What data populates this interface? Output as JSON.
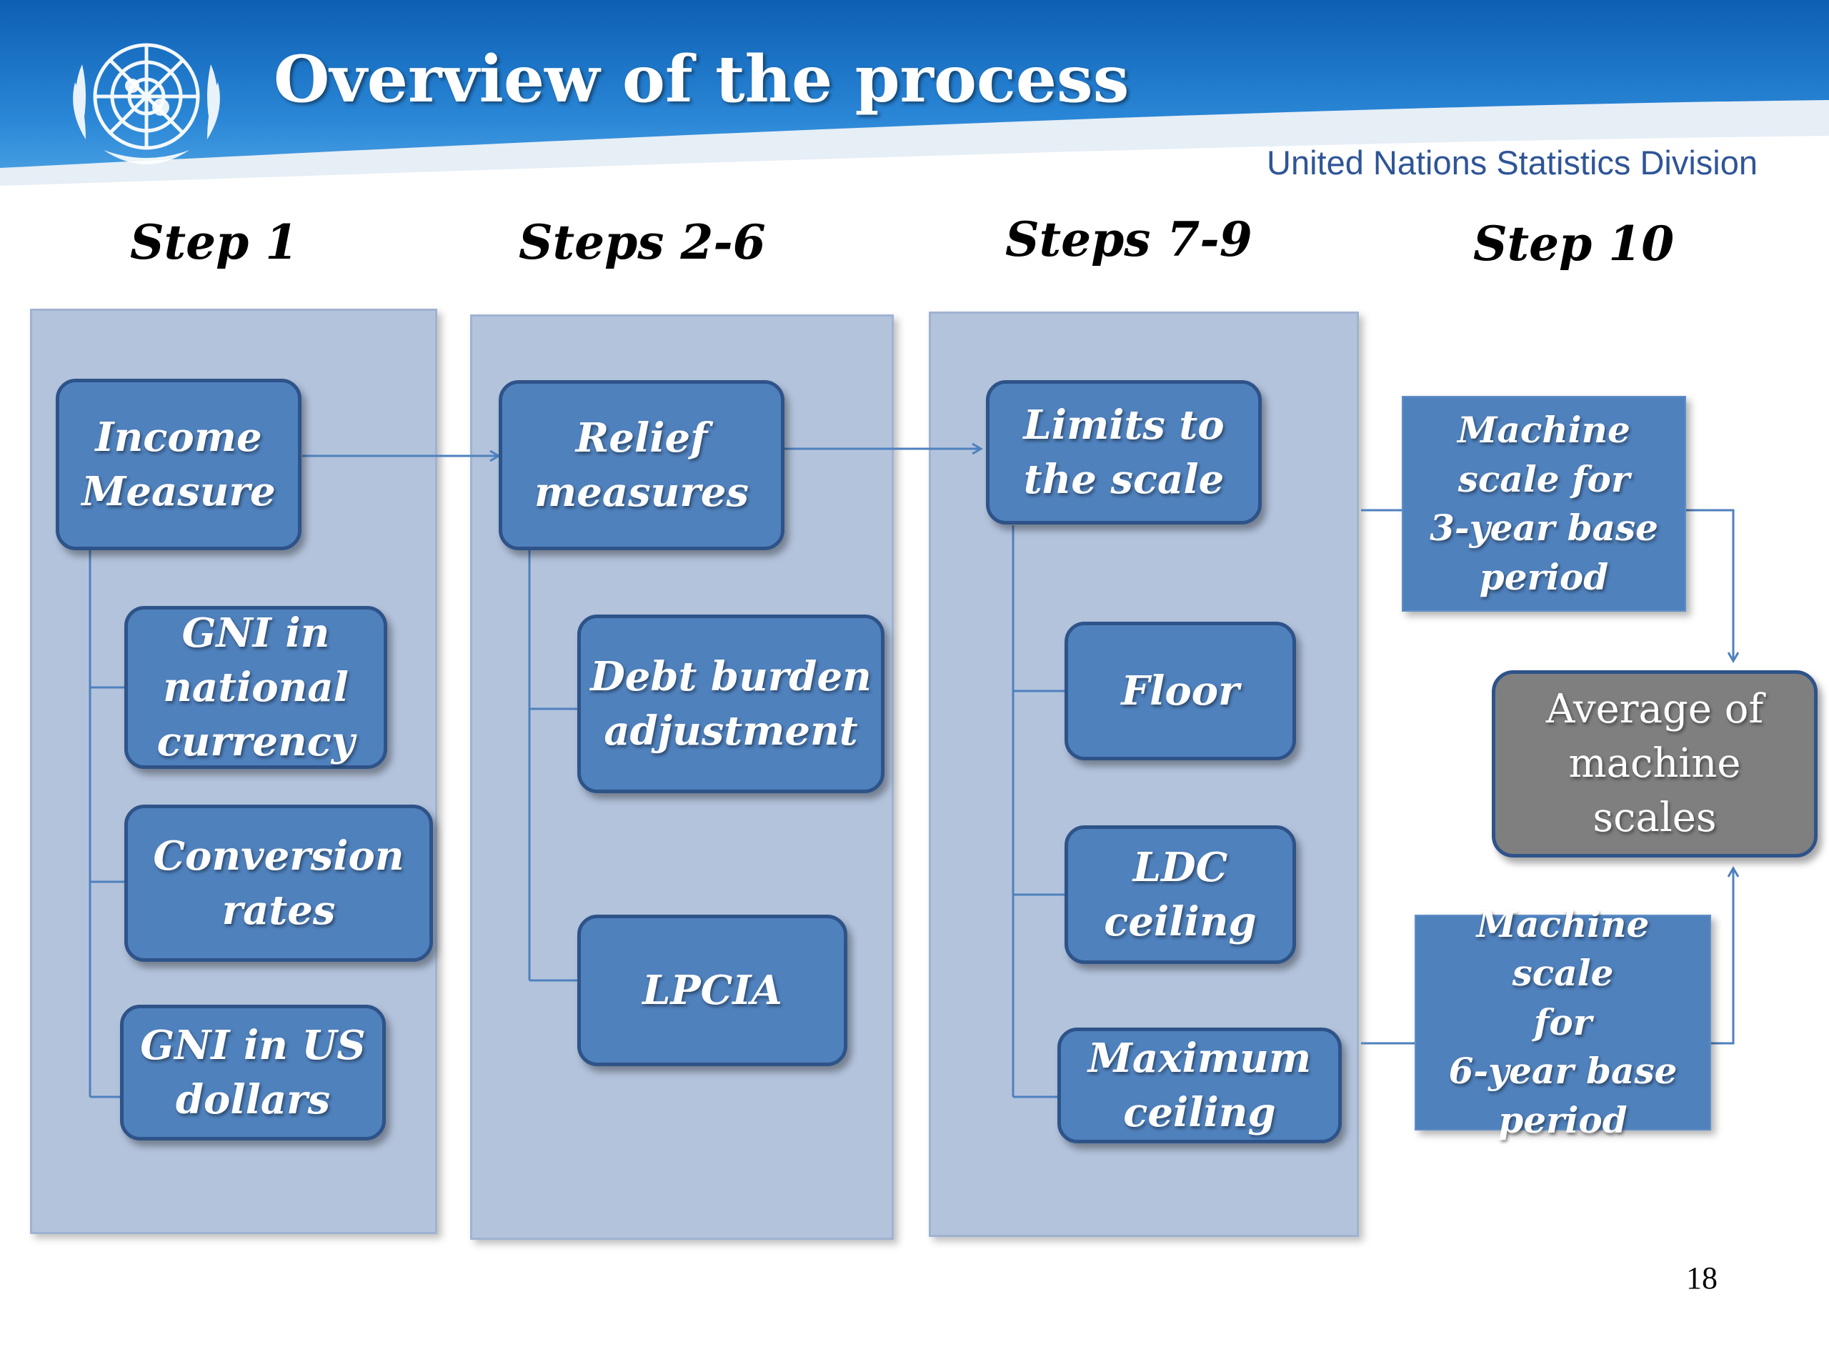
{
  "header": {
    "title": "Overview of the process",
    "organization": "United Nations Statistics Division",
    "logo_icon": "un-emblem-icon"
  },
  "steps": [
    {
      "heading": "Step 1"
    },
    {
      "heading": "Steps 2-6"
    },
    {
      "heading": "Steps 7-9"
    },
    {
      "heading": "Step 10"
    }
  ],
  "column1": {
    "main": "Income\nMeasure",
    "items": [
      "GNI in\nnational\ncurrency",
      "Conversion\nrates",
      "GNI in US\ndollars"
    ]
  },
  "column2": {
    "main": "Relief\nmeasures",
    "items": [
      "Debt burden\nadjustment",
      "LPCIA"
    ]
  },
  "column3": {
    "main": "Limits to\nthe scale",
    "items": [
      "Floor",
      "LDC\nceiling",
      "Maximum\nceiling"
    ]
  },
  "column4": {
    "machine_3yr": "Machine\nscale for\n3-year base\nperiod",
    "machine_6yr": "Machine scale\nfor\n6-year base\nperiod",
    "average": "Average of\nmachine\nscales"
  },
  "page_number": "18",
  "colors": {
    "box_fill": "#4f81bd",
    "box_border": "#2e5389",
    "panel_fill": "#b3c3dc",
    "average_fill": "#7f7f7f",
    "header_blue": "#1a73c8",
    "organization_text": "#2f5597"
  }
}
